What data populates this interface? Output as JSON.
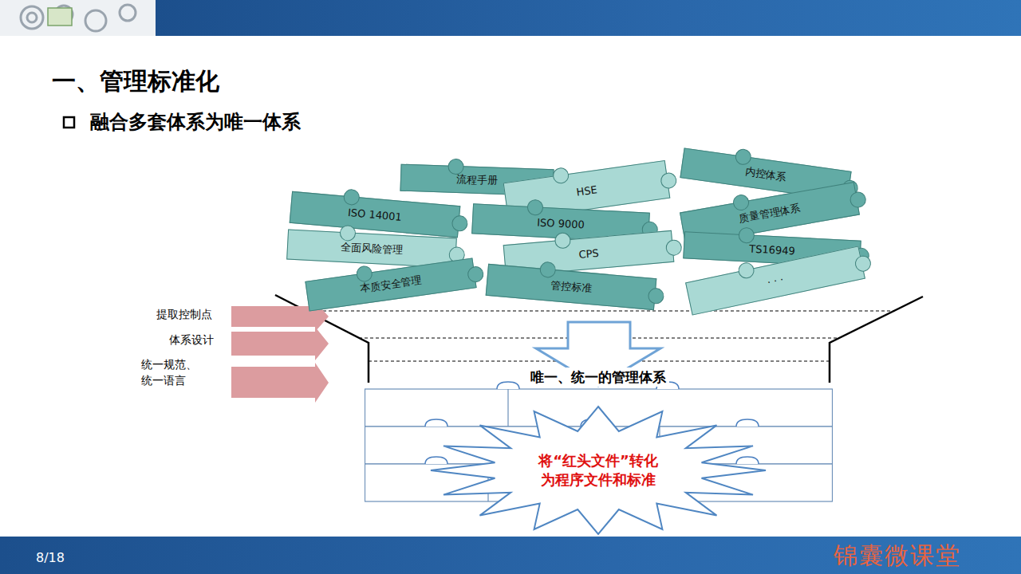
{
  "diagram": {
    "title": "一、管理标准化",
    "nodes": [
      {
        "text": [
          "流程手册"
        ]
      },
      {
        "text": [
          "HSE"
        ]
      },
      {
        "text": [
          "内控体系"
        ]
      },
      {
        "text": [
          "ISO 14001"
        ]
      },
      {
        "text": [
          "ISO 9000"
        ]
      },
      {
        "text": [
          "质量管理体系"
        ]
      },
      {
        "text": [
          "全面风险管理"
        ]
      },
      {
        "text": [
          "CPS"
        ]
      },
      {
        "text": [
          "TS16949"
        ]
      },
      {
        "text": [
          "本质安全管理"
        ]
      },
      {
        "text": [
          "管控标准"
        ]
      },
      {
        "text": [
          "· · ·"
        ]
      },
      {
        "text": [
          "唯一、统一的管理体系"
        ]
      },
      {
        "text": [
          "将“红头文件”转化 为程序文件和标准"
        ]
      }
    ],
    "labels": [
      "融合多套体系为唯一体系",
      "提取控制点",
      "体系设计",
      "统一规范、 统一语言",
      "8/18",
      "锦囊微课堂"
    ]
  }
}
